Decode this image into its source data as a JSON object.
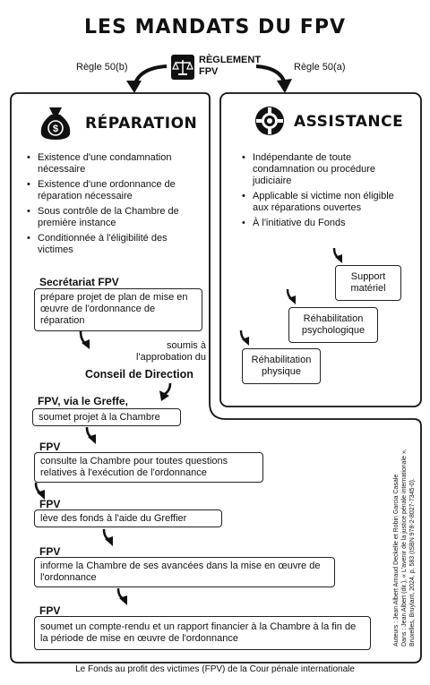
{
  "title": "LES MANDATS DU FPV",
  "regulation": {
    "label_line1": "RÈGLEMENT",
    "label_line2": "FPV",
    "rule_left": "Règle 50(b)",
    "rule_right": "Règle 50(a)"
  },
  "reparation": {
    "heading": "RÉPARATION",
    "bullets": [
      "Existence d'une condamnation nécessaire",
      "Existence d'une ordonnance de réparation nécessaire",
      "Sous contrôle de la Chambre de première instance",
      "Conditionnée à l'éligibilité des victimes"
    ],
    "secretariat_header": "Secrétariat FPV",
    "secretariat_text": "prépare projet de plan de mise en œuvre de l'ordonnance de réparation",
    "submitted_line1": "soumis à",
    "submitted_line2": "l'approbation du",
    "council": "Conseil de Direction",
    "greffe_header": "FPV, via le Greffe,",
    "greffe_text": "soumet projet à la Chambre",
    "steps": [
      {
        "header": "FPV",
        "text": "consulte la Chambre pour toutes questions relatives à l'exécution de l'ordonnance"
      },
      {
        "header": "FPV",
        "text": "lève des fonds à l'aide du Greffier"
      },
      {
        "header": "FPV",
        "text": "informe la Chambre de ses avancées dans la mise en œuvre de l'ordonnance"
      },
      {
        "header": "FPV",
        "text": "soumet un compte-rendu et un rapport financier à la Chambre à la fin de la période de mise en œuvre de l'ordonnance"
      }
    ]
  },
  "assistance": {
    "heading": "ASSISTANCE",
    "bullets": [
      "Indépendante de toute condamnation ou procédure judiciaire",
      "Applicable si victime non éligible aux réparations ouvertes",
      "À l'initiative du Fonds"
    ],
    "stairs": [
      "Support matériel",
      "Réhabilitation psychologique",
      "Réhabilitation physique"
    ]
  },
  "credit": {
    "line1": "Auteurs : Jean Albert Arnaud Deckelle et Robin Garcia Casale",
    "line2": "Dans : Jean Albert (dir.), « L'avenir de la justice pénale internationale »,",
    "line3": "Bruxelles, Bruylant, 2024, p. 583 (ISBN 978-2-8027-7345-0)."
  },
  "footer": "Le Fonds au profit des victimes (FPV) de la Cour pénale internationale"
}
